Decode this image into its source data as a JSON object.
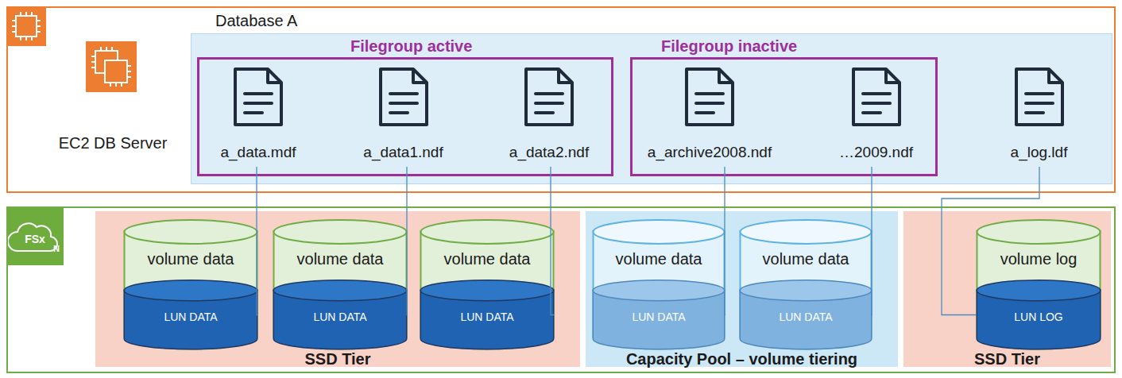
{
  "diagram": {
    "nodes": [
      {
        "text": [
          "EC2 DB Server"
        ]
      },
      {
        "text": [
          "Database A"
        ],
        "in": 0
      },
      {
        "text": [
          "Filegroup active"
        ],
        "in": 1
      },
      {
        "text": [
          "a_data.mdf"
        ],
        "in": 2
      },
      {
        "text": [
          "a_data1.ndf"
        ],
        "in": 2
      },
      {
        "text": [
          "a_data2.ndf"
        ],
        "in": 2
      },
      {
        "text": [
          "Filegroup inactive"
        ],
        "in": 1
      },
      {
        "text": [
          "a_archive2008.ndf"
        ],
        "in": 6
      },
      {
        "text": [
          "…2009.ndf"
        ],
        "in": 6
      },
      {
        "text": [
          "a_log.ldf"
        ],
        "in": 1
      },
      {
        "text": [
          "FSx",
          "N"
        ]
      },
      {
        "text": [
          "SSD Tier"
        ],
        "in": 10
      },
      {
        "text": [
          "volume data"
        ],
        "in": 11
      },
      {
        "text": [
          "LUN DATA"
        ],
        "in": 12
      },
      {
        "text": [
          "volume data"
        ],
        "in": 11
      },
      {
        "text": [
          "LUN DATA"
        ],
        "in": 14
      },
      {
        "text": [
          "volume data"
        ],
        "in": 11
      },
      {
        "text": [
          "LUN DATA"
        ],
        "in": 16
      },
      {
        "text": [
          "Capacity Pool – volume tiering"
        ],
        "in": 10
      },
      {
        "text": [
          "volume data"
        ],
        "in": 18
      },
      {
        "text": [
          "LUN DATA"
        ],
        "in": 19
      },
      {
        "text": [
          "volume data"
        ],
        "in": 18
      },
      {
        "text": [
          "LUN DATA"
        ],
        "in": 21
      },
      {
        "text": [
          "SSD Tier"
        ],
        "in": 10
      },
      {
        "text": [
          "volume log"
        ],
        "in": 23
      },
      {
        "text": [
          "LUN LOG"
        ],
        "in": 24
      }
    ],
    "edges": [
      {
        "from": 3,
        "to": 13,
        "arrow": "none"
      },
      {
        "from": 4,
        "to": 15,
        "arrow": "none"
      },
      {
        "from": 5,
        "to": 17,
        "arrow": "none"
      },
      {
        "from": 7,
        "to": 20,
        "arrow": "none"
      },
      {
        "from": 8,
        "to": 22,
        "arrow": "none"
      },
      {
        "from": 9,
        "to": 25,
        "arrow": "none"
      }
    ]
  }
}
